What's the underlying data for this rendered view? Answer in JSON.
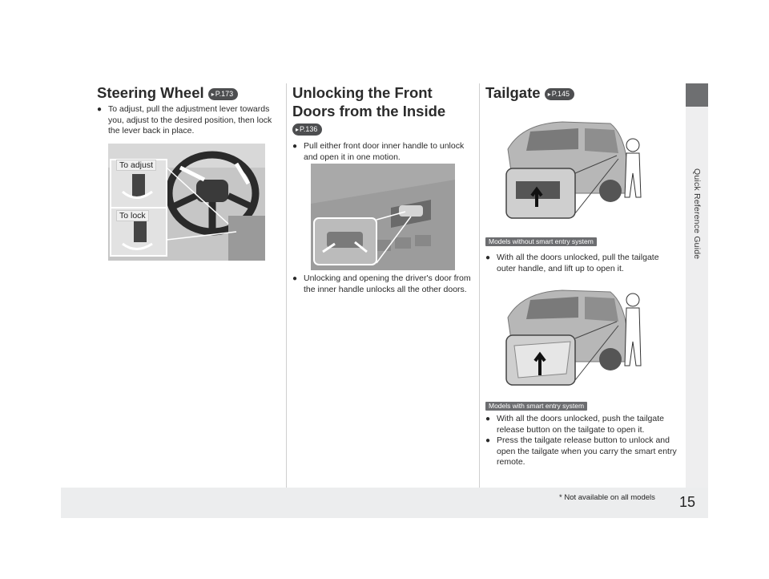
{
  "steering": {
    "title": "Steering Wheel",
    "ref": "P.173",
    "bullet": "To adjust, pull the adjustment lever towards you, adjust to the desired position, then lock the lever back in place.",
    "label_adjust": "To adjust",
    "label_lock": "To lock"
  },
  "unlock": {
    "title_line1": "Unlocking the Front",
    "title_line2": "Doors from the Inside",
    "ref": "P.136",
    "bullet1": "Pull either front door inner handle to unlock and open it in one motion.",
    "bullet2": "Unlocking and opening the driver's door from the inner handle unlocks all the other doors."
  },
  "tailgate": {
    "title": "Tailgate",
    "ref": "P.145",
    "badge_without": "Models without smart entry system",
    "bullet_without": "With all the doors unlocked, pull the tailgate outer handle, and lift up to open it.",
    "badge_with": "Models with smart entry system",
    "bullet_with1": "With all the doors unlocked, push the tailgate release button on the tailgate to open it.",
    "bullet_with2": "Press the tailgate release button to unlock and open the tailgate when you carry the smart entry remote."
  },
  "sidebar": {
    "label": "Quick Reference Guide"
  },
  "footer": {
    "page_number": "15",
    "footnote": "* Not available on all models"
  }
}
